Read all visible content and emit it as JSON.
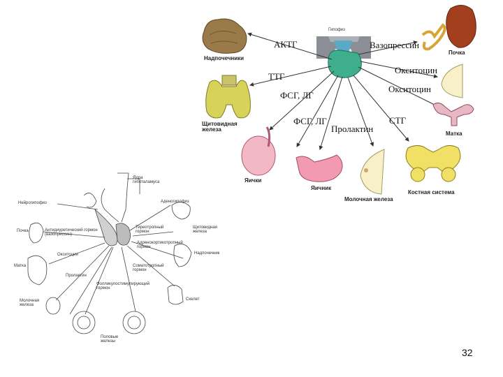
{
  "slide_number": "32",
  "top_diagram": {
    "center": "Гипофиз",
    "hormone_labels": {
      "acth": "АКТГ",
      "tsh": "ТТГ",
      "fsh_lh_1": "ФСГ, ЛГ",
      "fsh_lh_2": "ФСГ, ЛГ",
      "prolactin": "Пролактин",
      "stg": "СТГ",
      "vasopressin": "Вазопрессин",
      "oxytocin_1": "Окситоцин",
      "oxytocin_2": "Окситоцин"
    },
    "organs": {
      "adrenal": "Надпочечники",
      "thyroid": "Щитовидная железа",
      "testis": "Яички",
      "ovary": "Яичник",
      "breast": "Молочная железа",
      "skeleton": "Костная система",
      "kidney": "Почка",
      "uterus": "Матка"
    },
    "colors": {
      "pituitary": "#3fae8c",
      "adrenal": "#9b7a4a",
      "thyroid": "#d6d25a",
      "testis": "#f2b8c6",
      "ovary": "#f19ab0",
      "breast": "#f7f0c9",
      "skeleton": "#f0e066",
      "kidney": "#a43f1e",
      "uterus": "#e8b7c4"
    }
  },
  "bottom_diagram": {
    "labels": {
      "hypothalamus_nuclei": "Ядра гипоталамуса",
      "neurohypophysis": "Нейрогипофиз",
      "adenohypophysis": "Аденогипофиз",
      "kidney": "Почка",
      "antidiuretic": "Антидиуретический гормон (вазопрессин)",
      "thyrotropic": "Тиреотропный гормон",
      "thyroid": "Щитовидная железа",
      "uterus": "Матка",
      "oxytocin": "Окситоцин",
      "acth": "Адренокортикотропный гормон",
      "adrenal": "Надпочечник",
      "prolactin": "Пролактин",
      "somatotropic": "Соматотропный гормон",
      "breast": "Молочная железа",
      "fsh": "Фолликулостимулирующий гормон",
      "bone": "Скелет",
      "gonads": "Половые железы"
    }
  }
}
